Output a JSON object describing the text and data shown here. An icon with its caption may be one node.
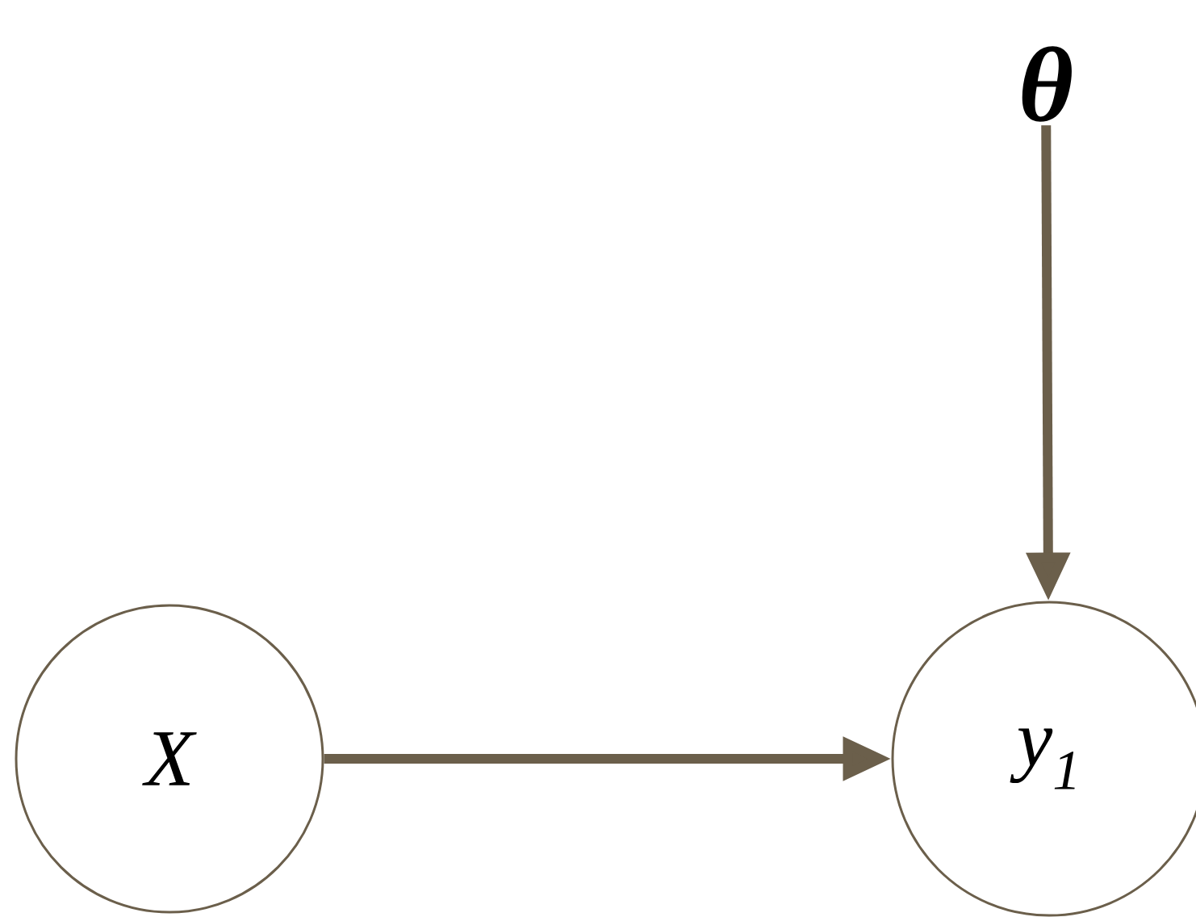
{
  "diagram": {
    "nodes": [
      {
        "text": [
          "θ"
        ]
      },
      {
        "text": [
          "X"
        ]
      },
      {
        "text": [
          "*y*$_{1}$"
        ]
      }
    ],
    "edges": [
      {
        "from": 0,
        "to": 2,
        "arrow": "to"
      },
      {
        "from": 1,
        "to": 2,
        "arrow": "to"
      }
    ]
  }
}
